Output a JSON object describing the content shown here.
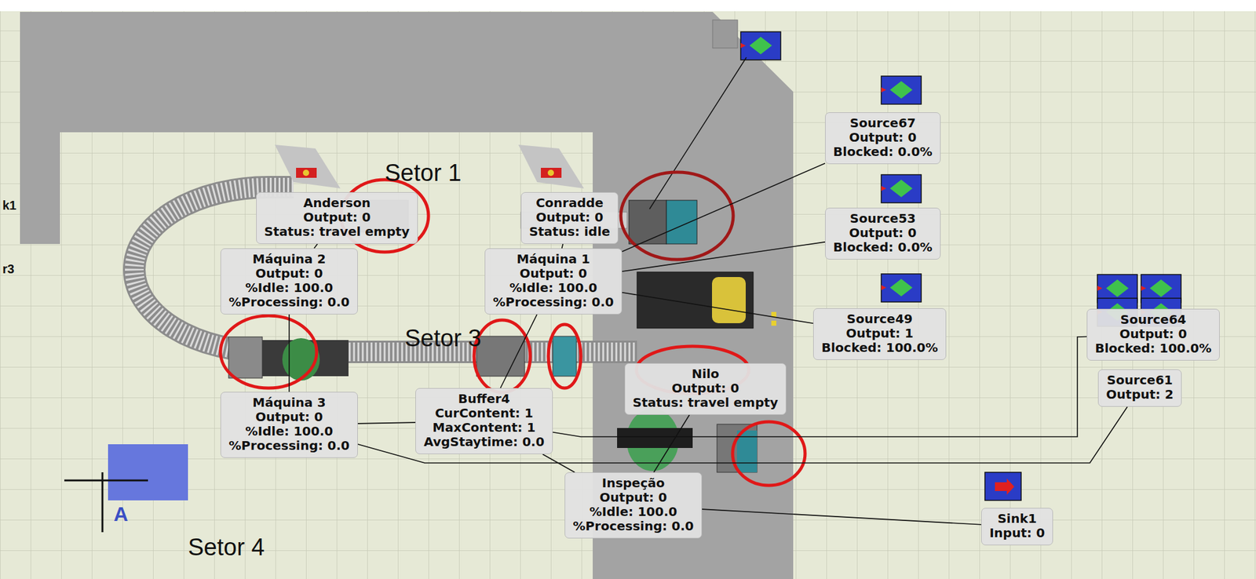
{
  "diagram": {
    "nodes": [
      {
        "text": [
          "Source67",
          "Output: 0",
          "Blocked: 0.0%"
        ]
      },
      {
        "text": [
          "Anderson",
          "Output: 0",
          "Status: travel empty"
        ]
      },
      {
        "text": [
          "Conradde",
          "Output: 0",
          "Status: idle"
        ]
      },
      {
        "text": [
          "Source53",
          "Output: 0",
          "Blocked: 0.0%"
        ]
      },
      {
        "text": [
          "Máquina 2",
          "Output: 0",
          "%Idle: 100.0",
          "%Processing: 0.0"
        ]
      },
      {
        "text": [
          "Máquina 1",
          "Output: 0",
          "%Idle: 100.0",
          "%Processing: 0.0"
        ]
      },
      {
        "text": [
          "Source49",
          "Output: 1",
          "Blocked: 100.0%"
        ]
      },
      {
        "text": [
          "Source64",
          "Output: 0",
          "Blocked: 100.0%"
        ]
      },
      {
        "text": [
          "Nilo",
          "Output: 0",
          "Status: travel empty"
        ]
      },
      {
        "text": [
          "Source61",
          "Output: 2"
        ]
      },
      {
        "text": [
          "Buffer4",
          "CurContent: 1",
          "MaxContent: 1",
          "AvgStaytime: 0.0"
        ]
      },
      {
        "text": [
          "Máquina 3",
          "Output: 0",
          "%Idle: 100.0",
          "%Processing: 0.0"
        ]
      },
      {
        "text": [
          "Inspeção",
          "Output: 0",
          "%Idle: 100.0",
          "%Processing: 0.0"
        ]
      },
      {
        "text": [
          "Sink1",
          "Input: 0"
        ]
      }
    ],
    "edges": [
      {
        "from": 0,
        "to": 5,
        "arrow": "none"
      },
      {
        "from": 3,
        "to": 5,
        "arrow": "none"
      },
      {
        "from": 6,
        "to": 5,
        "arrow": "none"
      },
      {
        "from": 7,
        "to": 10,
        "arrow": "none"
      },
      {
        "from": 9,
        "to": 11,
        "arrow": "none"
      },
      {
        "from": 11,
        "to": 10,
        "arrow": "none"
      },
      {
        "from": 10,
        "to": 12,
        "arrow": "none"
      },
      {
        "from": 12,
        "to": 13,
        "arrow": "none"
      },
      {
        "from": 5,
        "to": 10,
        "arrow": "none"
      },
      {
        "from": 4,
        "to": 11,
        "arrow": "none"
      },
      {
        "from": 1,
        "to": 4,
        "arrow": "none"
      },
      {
        "from": 2,
        "to": 5,
        "arrow": "none"
      },
      {
        "from": 8,
        "to": 12,
        "arrow": "none"
      }
    ],
    "labels": [
      "Setor 1",
      "k1",
      "r3",
      "Setor 3",
      "A",
      "Setor 4"
    ]
  }
}
